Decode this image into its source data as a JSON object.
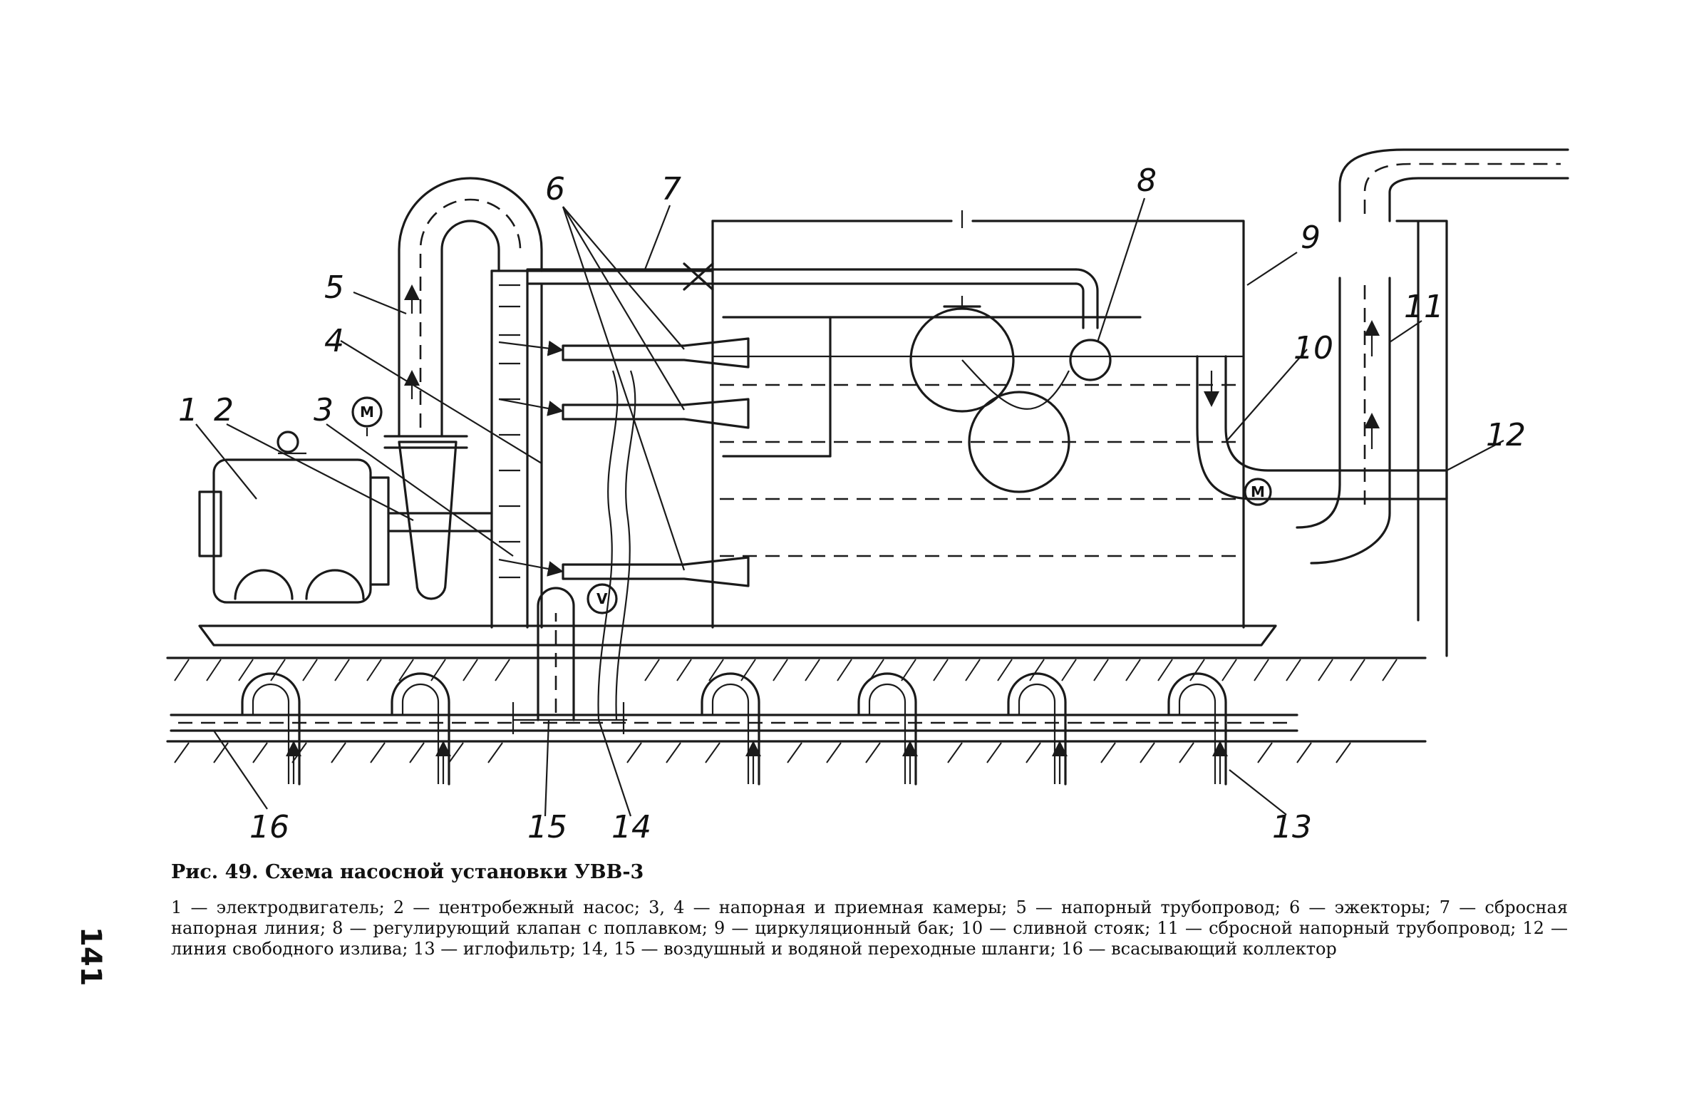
{
  "figure": {
    "title": "Рис. 49. Схема насосной установки УВВ-3",
    "legend": "1 — электродвигатель; 2 — центробежный насос; 3, 4 — напорная и приемная камеры; 5 — напорный трубопровод; 6 — эжекторы; 7 — сбросная напорная линия; 8 — регулирующий клапан с поплавком; 9 — циркуляционный бак; 10 — сливной стояк; 11 — сбросной напорный трубопровод; 12 — линия свободного излива; 13 — иглофильтр; 14, 15 — воздушный и водяной переходные шланги; 16 — всасывающий коллектор"
  },
  "page_number": "141",
  "gauges": {
    "manometer": "М",
    "vacuummeter": "V"
  },
  "callouts": {
    "c1": "1",
    "c2": "2",
    "c3": "3",
    "c4": "4",
    "c5": "5",
    "c6": "6",
    "c7": "7",
    "c8": "8",
    "c9": "9",
    "c10": "10",
    "c11": "11",
    "c12": "12",
    "c13": "13",
    "c14": "14",
    "c15": "15",
    "c16": "16"
  }
}
